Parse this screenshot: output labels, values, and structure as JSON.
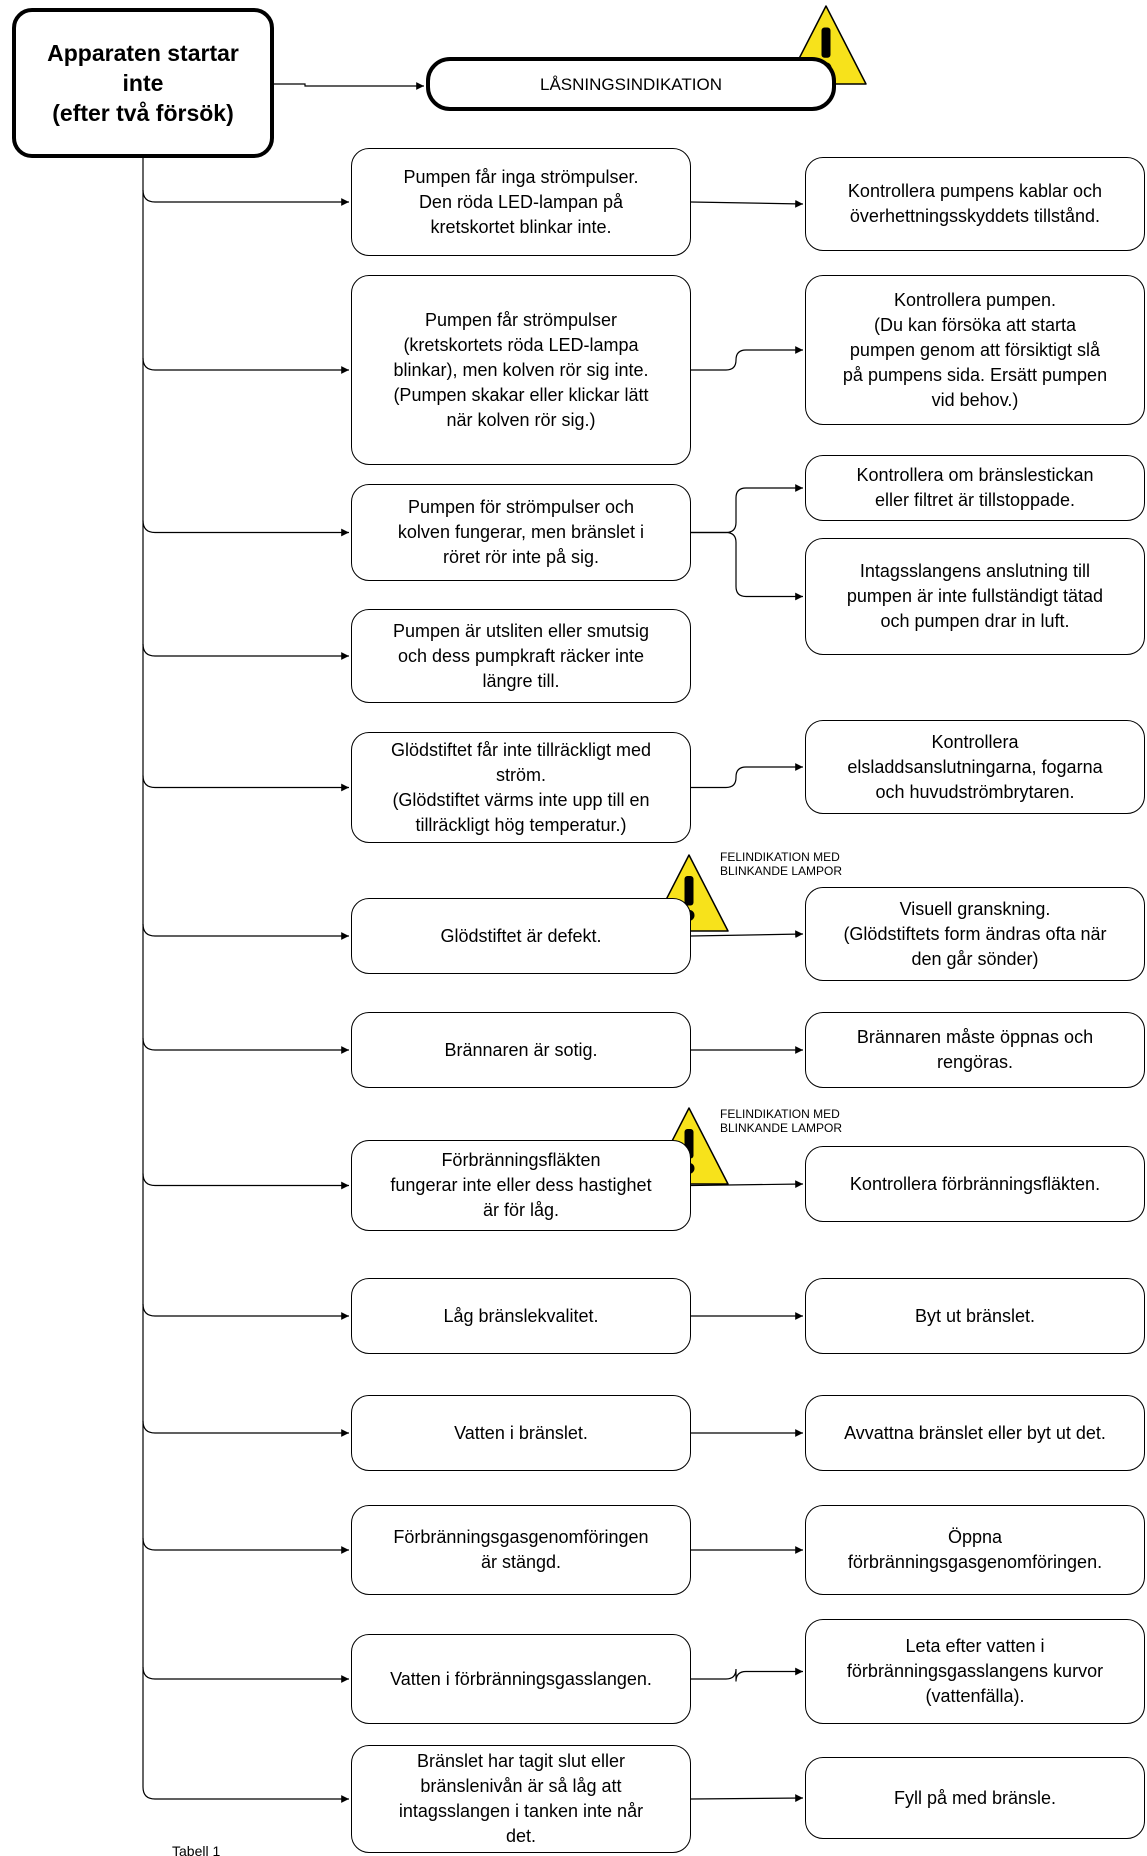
{
  "start": "Apparaten startar\ninte\n(efter två försök)",
  "lock": "LÅSNINGSINDIKATION",
  "rows": [
    {
      "problem": "Pumpen får inga strömpulser.\nDen röda LED-lampan på\nkretskortet blinkar inte.",
      "actions": [
        "Kontrollera pumpens kablar och\növerhettningsskyddets tillstånd."
      ]
    },
    {
      "problem": "Pumpen får strömpulser\n(kretskortets röda LED-lampa\nblinkar), men kolven rör sig inte.\n(Pumpen skakar eller klickar lätt\nnär kolven rör sig.)",
      "actions": [
        "Kontrollera pumpen.\n(Du kan försöka att starta\npumpen genom att försiktigt slå\npå pumpens sida. Ersätt pumpen\nvid behov.)"
      ]
    },
    {
      "problem": "Pumpen för strömpulser och\nkolven fungerar, men bränslet i\nröret rör inte på sig.",
      "actions": [
        "Kontrollera om bränslestickan\neller filtret är tillstoppade.",
        "Intagsslangens anslutning till\npumpen är inte fullständigt tätad\noch pumpen drar in luft."
      ]
    },
    {
      "problem": "Pumpen är utsliten eller smutsig\noch dess pumpkraft räcker inte\nlängre till.",
      "actions": []
    },
    {
      "problem": "Glödstiftet får inte tillräckligt med\nström.\n(Glödstiftet värms inte upp till en\ntillräckligt hög temperatur.)",
      "actions": [
        "Kontrollera\nelsladdsanslutningarna, fogarna\noch huvudströmbrytaren."
      ]
    },
    {
      "problem": "Glödstiftet är defekt.",
      "actions": [
        "Visuell granskning.\n(Glödstiftets form ändras ofta när\nden går sönder)"
      ],
      "note": "FELINDIKATION MED\nBLINKANDE LAMPOR"
    },
    {
      "problem": "Brännaren är sotig.",
      "actions": [
        "Brännaren måste öppnas och\nrengöras."
      ]
    },
    {
      "problem": "Förbränningsfläkten\nfungerar inte eller dess hastighet\när för låg.",
      "actions": [
        "Kontrollera förbränningsfläkten."
      ],
      "note": "FELINDIKATION MED\nBLINKANDE LAMPOR"
    },
    {
      "problem": "Låg bränslekvalitet.",
      "actions": [
        "Byt ut bränslet."
      ]
    },
    {
      "problem": "Vatten i bränslet.",
      "actions": [
        "Avvattna bränslet eller byt ut det."
      ]
    },
    {
      "problem": "Förbränningsgasgenomföringen\när stängd.",
      "actions": [
        "Öppna\nförbränningsgasgenomföringen."
      ]
    },
    {
      "problem": "Vatten i förbränningsgasslangen.",
      "actions": [
        "Leta efter vatten i\nförbränningsgasslangens kurvor\n(vattenfälla)."
      ]
    },
    {
      "problem": "Bränslet har tagit slut eller\nbränslenivån är så låg att\nintagsslangen i tanken inte når\ndet.",
      "actions": [
        "Fyll på med bränsle."
      ]
    }
  ],
  "footer": "Tabell 1"
}
